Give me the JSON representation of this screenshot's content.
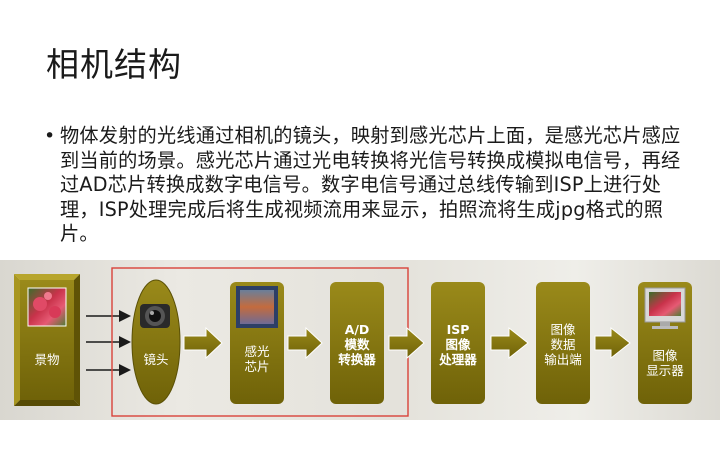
{
  "slide": {
    "title": "相机结构",
    "bullet": "物体发射的光线通过相机的镜头，映射到感光芯片上面，是感光芯片感应到当前的场景。感光芯片通过光电转换将光信号转换成模拟电信号，再经过AD芯片转换成数字电信号。数字电信号通过总线传输到ISP上进行处理，ISP处理完成后将生成视频流用来显示，拍照流将生成jpg格式的照片。"
  },
  "diagram": {
    "colors": {
      "box": "#8b7c12",
      "box_dark": "#6e6108",
      "highlight_frame": "#d9433a",
      "arrow": "#ffffff"
    },
    "nodes": {
      "scene": "景物",
      "lens": "镜头",
      "sensor": "感光\n芯片",
      "ad": "A/D\n模数\n转换器",
      "isp": "ISP\n图像\n处理器",
      "output": "图像\n数据\n输出端",
      "display": "图像\n显示器"
    },
    "icons": [
      "flower-photo-icon",
      "camera-lens-icon",
      "sensor-chip-icon",
      "monitor-flower-icon"
    ]
  }
}
